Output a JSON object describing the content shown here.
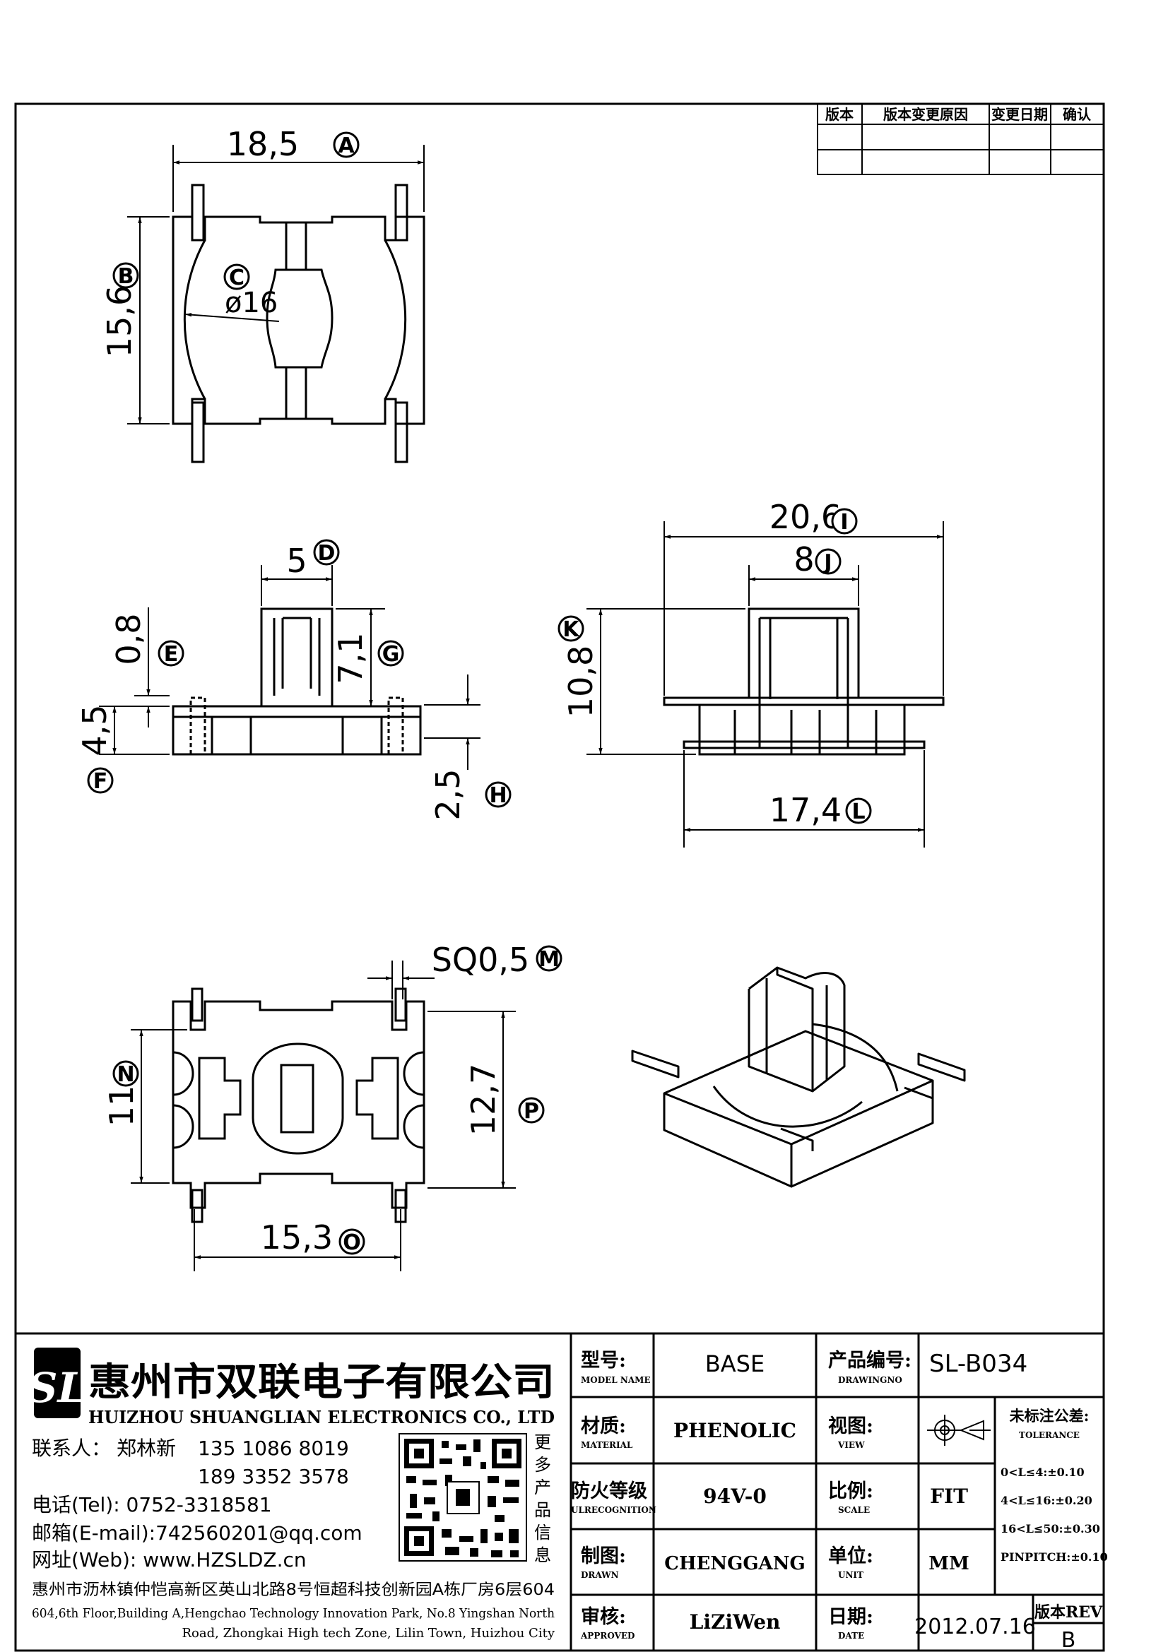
{
  "revision_table": {
    "headers": [
      "版本",
      "版本变更原因",
      "变更日期",
      "确认"
    ]
  },
  "dimensions": {
    "A": "18,5",
    "B": "15,6",
    "C": "ø16",
    "D": "5",
    "E": "0,8",
    "F": "4,5",
    "G": "7,1",
    "H": "2,5",
    "I": "20,6",
    "J": "8",
    "K": "10,8",
    "L": "17,4",
    "M": "SQ0,5",
    "N": "11",
    "O": "15,3",
    "P": "12,7"
  },
  "company": {
    "name_cn": "惠州市双联电子有限公司",
    "name_en": "HUIZHOU SHUANGLIAN ELECTRONICS CO., LTD",
    "contact_label": "联系人：",
    "contact_name": "郑林新",
    "phone1": "135 1086 8019",
    "phone2": "189 3352 3578",
    "tel": "电话(Tel): 0752-3318581",
    "email": "邮箱(E-mail):742560201@qq.com",
    "web": "网址(Web): www.HZSLDZ.cn",
    "qr_caption": "更多产品信息",
    "address_cn": "惠州市沥林镇仲恺高新区英山北路8号恒超科技创新园A栋厂房6层604",
    "address_en_1": "604,6th Floor,Building A,Hengchao Technology Innovation Park, No.8 Yingshan North",
    "address_en_2": "Road, Zhongkai High tech Zone, Lilin Town, Huizhou City"
  },
  "title_block": {
    "model_label_cn": "型号:",
    "model_label_en": "MODEL NAME",
    "model": "BASE",
    "drawing_no_label_cn": "产品编号:",
    "drawing_no_label_en": "DRAWINGNO",
    "drawing_no": "SL-B034",
    "material_label_cn": "材质:",
    "material_label_en": "MATERIAL",
    "material": "PHENOLIC",
    "view_label_cn": "视图:",
    "view_label_en": "VIEW",
    "tolerance_label_cn": "未标注公差:",
    "tolerance_label_en": "TOLERANCE",
    "tolerances": [
      "0<L≤4:±0.10",
      "4<L≤16:±0.20",
      "16<L≤50:±0.30",
      "PINPITCH:±0.10"
    ],
    "fire_label_cn": "防火等级",
    "fire_label_en": "ULRECOGNITION",
    "fire": "94V-0",
    "scale_label_cn": "比例:",
    "scale_label_en": "SCALE",
    "scale": "FIT",
    "drawn_label_cn": "制图:",
    "drawn_label_en": "DRAWN",
    "drawn": "CHENGGANG",
    "unit_label_cn": "单位:",
    "unit_label_en": "UNIT",
    "unit": "MM",
    "approved_label_cn": "审核:",
    "approved_label_en": "APPROVED",
    "approved": "LiZiWen",
    "date_label_cn": "日期:",
    "date_label_en": "DATE",
    "date": "2012.07.16",
    "rev_label": "版本REV",
    "rev": "B"
  },
  "logo_text": "SL"
}
